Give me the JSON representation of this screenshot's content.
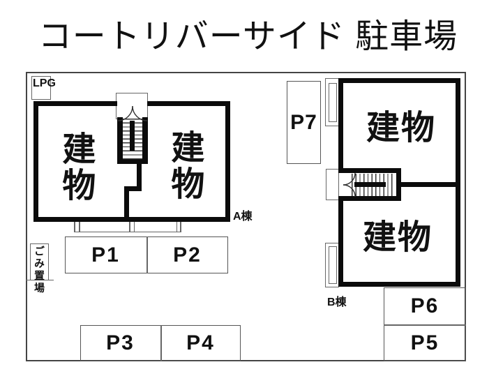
{
  "title": "コートリバーサイド 駐車場",
  "map": {
    "lpg_label": "LPG",
    "garbage_label": "ごみ置場",
    "building_a": {
      "unit_left_label": "建物",
      "unit_right_label": "建物",
      "tag": "A棟"
    },
    "building_b": {
      "unit_upper_label": "建物",
      "unit_lower_label": "建物",
      "tag": "B棟"
    },
    "spots": {
      "p1": "P1",
      "p2": "P2",
      "p3": "P3",
      "p4": "P4",
      "p5": "P5",
      "p6": "P6",
      "p7": "P7"
    }
  }
}
